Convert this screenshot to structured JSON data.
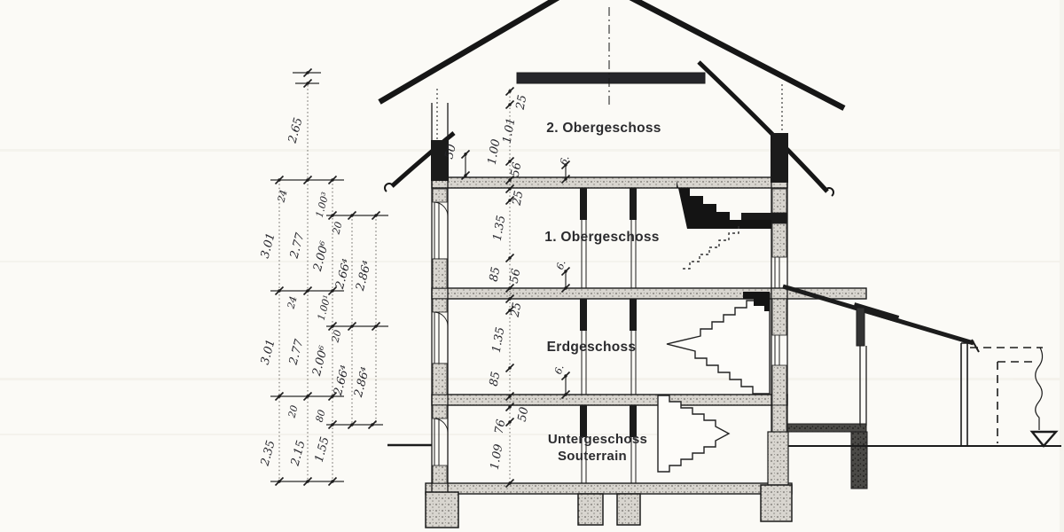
{
  "drawing_type": "building-cross-section",
  "colors": {
    "paper": "#fbfaf6",
    "ink": "#1c1c1c",
    "label_ink": "#2b2b2e"
  },
  "floors": [
    "2. Obergeschoss",
    "1. Obergeschoss",
    "Erdgeschoss",
    "Untergeschoss",
    "Souterrain"
  ],
  "dims_left": [
    "2.65",
    "24",
    "1.00³",
    "3.01",
    "2.77",
    "2.00⁶",
    "20",
    "2.66⁴",
    "2.86⁴",
    "24",
    "1.00¹",
    "3.01",
    "2.77",
    "2.00⁶",
    "20",
    "2.66⁴",
    "2.86⁴",
    "20",
    "80",
    "2.35",
    "2.15",
    "1.55"
  ],
  "dims_center": [
    "50",
    "25",
    "1.01",
    "1.00",
    "56",
    "6.",
    "25",
    "1.35",
    "85",
    "56",
    "6.",
    "25",
    "1.35",
    "85",
    "6.",
    "50",
    "76",
    "1.09"
  ]
}
